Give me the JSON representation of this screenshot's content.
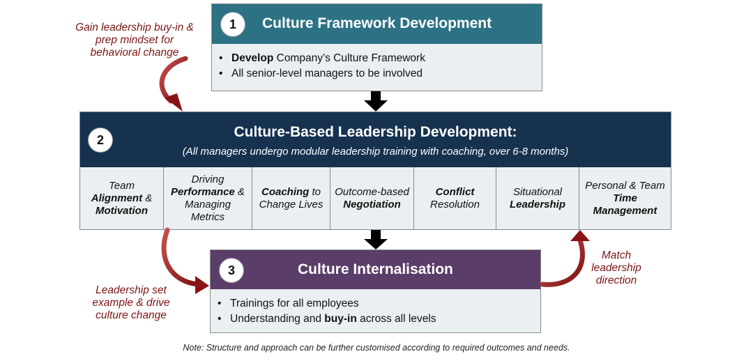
{
  "stage1": {
    "number": "1",
    "title": "Culture Framework Development",
    "bullets": [
      {
        "bold": "Develop",
        "text": " Company’s Culture Framework"
      },
      {
        "bold": "",
        "text": "All senior-level managers to be involved"
      }
    ]
  },
  "stage2": {
    "number": "2",
    "title": "Culture-Based Leadership Development:",
    "subtitle": "(All managers undergo modular leadership training with coaching, over 6-8 months)",
    "modules": [
      {
        "pre": "Team ",
        "bold": "Alignment",
        "mid": " & ",
        "bold2": "Motivation",
        "post": ""
      },
      {
        "pre": "Driving ",
        "bold": "Performance",
        "mid": " & Managing Metrics",
        "bold2": "",
        "post": ""
      },
      {
        "pre": "",
        "bold": "Coaching",
        "mid": " to Change Lives",
        "bold2": "",
        "post": ""
      },
      {
        "pre": "Outcome-based ",
        "bold": "Negotiation",
        "mid": "",
        "bold2": "",
        "post": ""
      },
      {
        "pre": "",
        "bold": "Conflict",
        "mid": " Resolution",
        "bold2": "",
        "post": ""
      },
      {
        "pre": "Situational ",
        "bold": "Leadership",
        "mid": "",
        "bold2": "",
        "post": ""
      },
      {
        "pre": "Personal & Team ",
        "bold": "Time Management",
        "mid": "",
        "bold2": "",
        "post": ""
      }
    ]
  },
  "stage3": {
    "number": "3",
    "title": "Culture Internalisation",
    "bullets": [
      {
        "bold": "",
        "text": "Trainings for all employees"
      },
      {
        "pre": "Understanding and ",
        "bold": "buy-in",
        "text": " across all levels"
      }
    ]
  },
  "annotations": {
    "left_top": "Gain leadership buy-in & prep mindset for behavioral change",
    "left_bottom": "Leadership set example & drive culture change",
    "right": "Match leadership direction"
  },
  "note": "Note: Structure and approach can be further customised according to required outcomes and needs.",
  "colors": {
    "stage1_header": "#2d7284",
    "stage2_header": "#16324f",
    "stage3_header": "#5a3d69",
    "body_fill": "#eaeff1",
    "annotation": "#7a1414"
  }
}
